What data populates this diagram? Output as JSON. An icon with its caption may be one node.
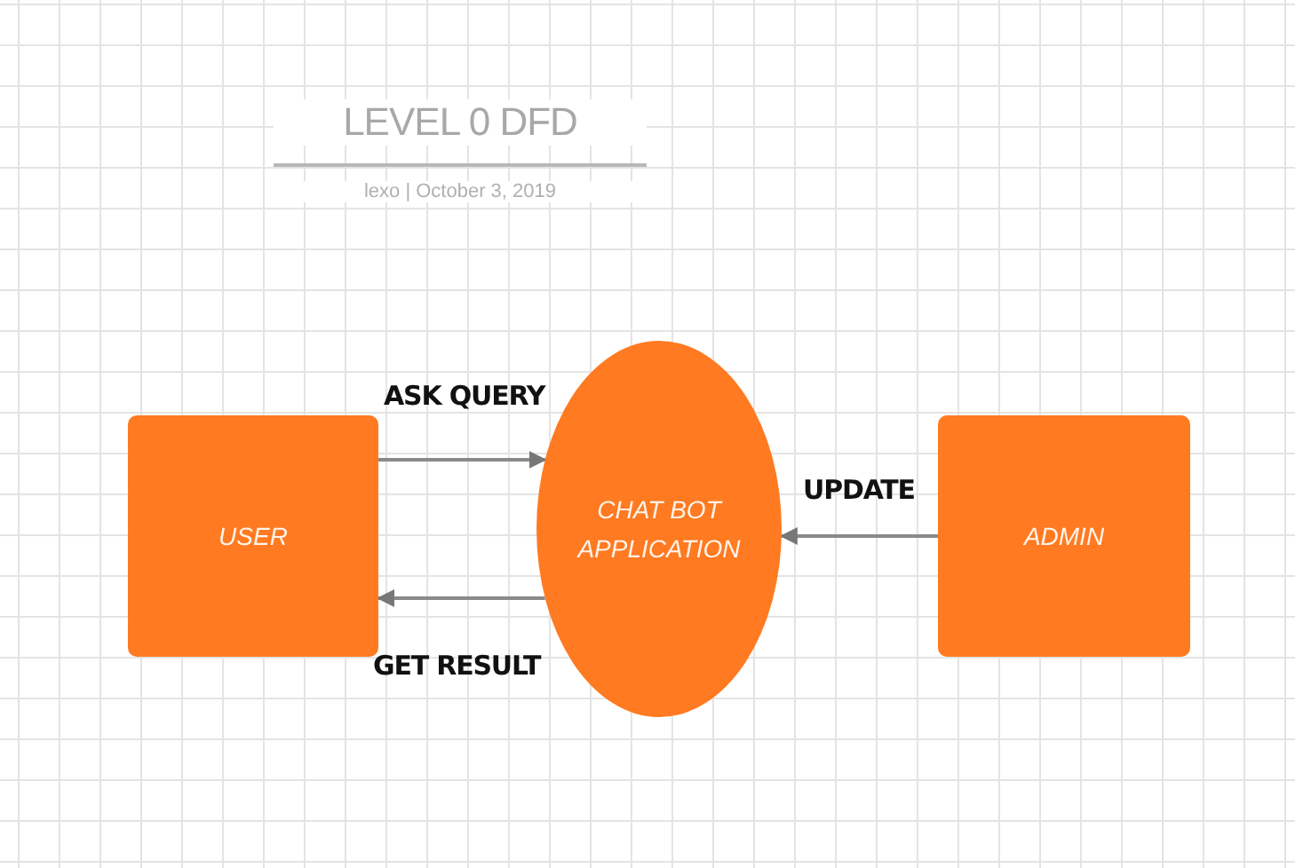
{
  "diagram": {
    "title": "LEVEL 0 DFD",
    "nodes": [
      {
        "text": [
          "USER"
        ]
      },
      {
        "text": [
          "CHAT BOT APPLICATION"
        ]
      },
      {
        "text": [
          "ADMIN"
        ]
      }
    ],
    "edges": [
      {
        "from": 0,
        "to": 1,
        "arrow": "to",
        "label": "ASK QUERY"
      },
      {
        "from": 1,
        "to": 0,
        "arrow": "to",
        "label": "GET RESULT"
      },
      {
        "from": 2,
        "to": 1,
        "arrow": "to",
        "label": "UPDATE"
      }
    ],
    "labels": [
      "lexo | October 3, 2019"
    ]
  }
}
